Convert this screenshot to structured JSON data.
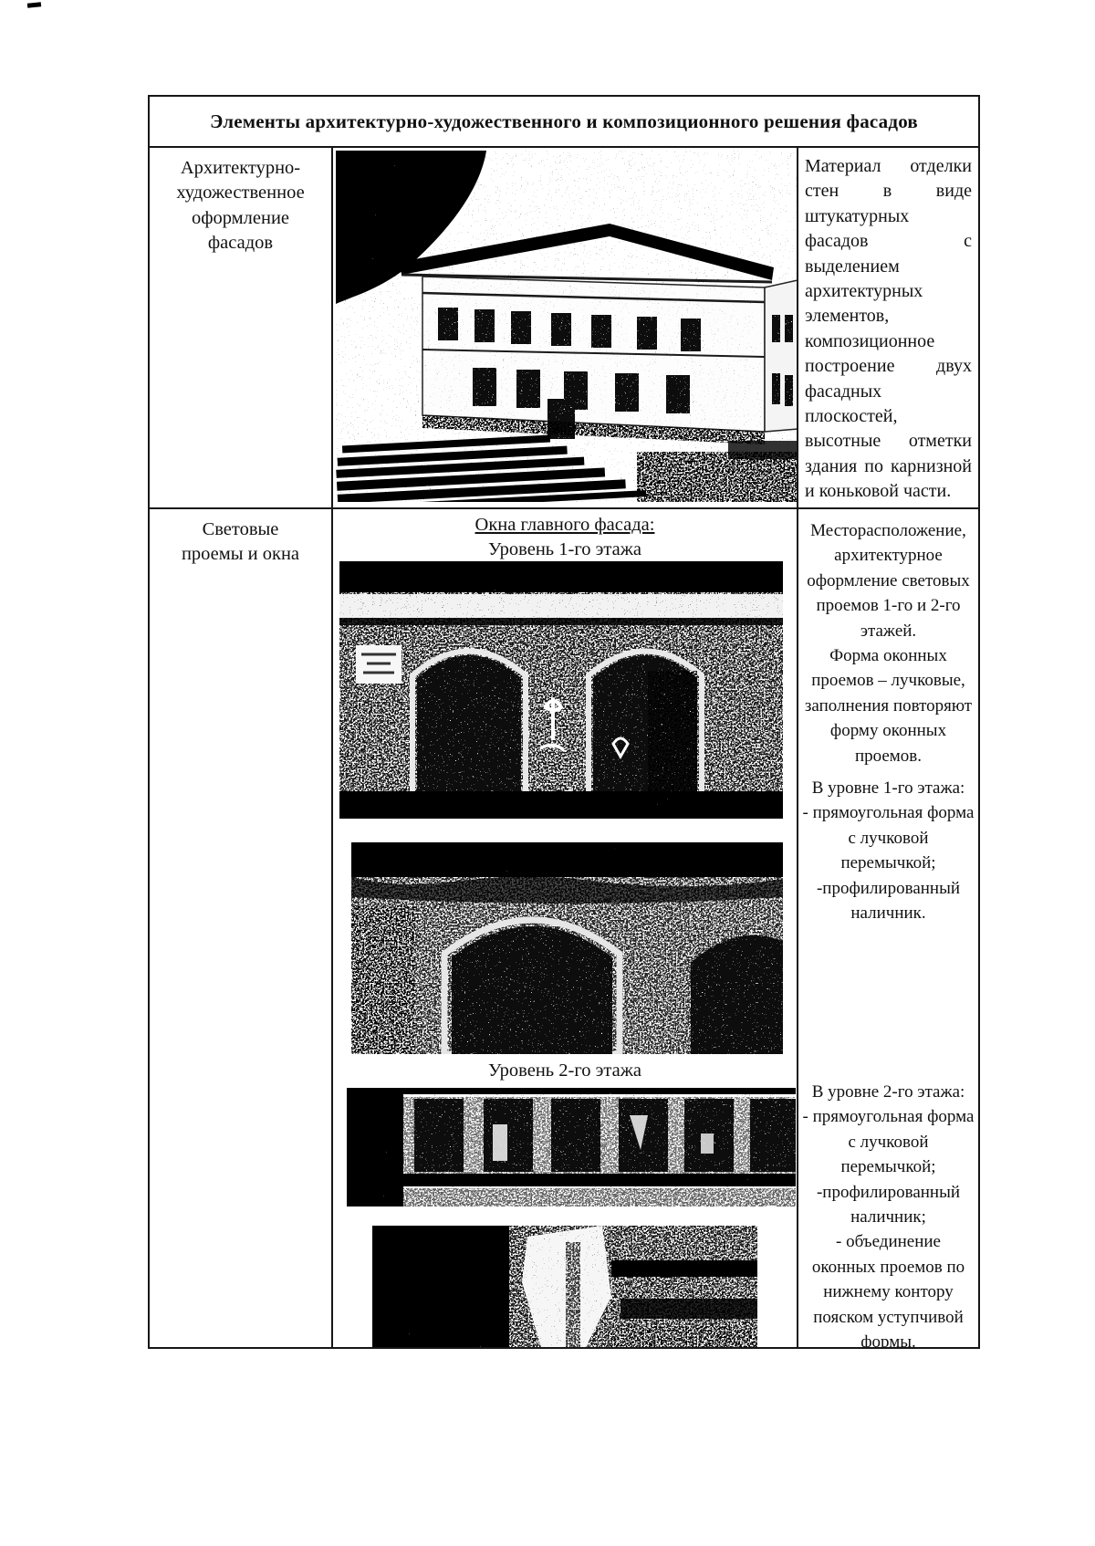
{
  "table": {
    "title": "Элементы архитектурно-художественного и композиционного решения фасадов",
    "row1": {
      "label": "Архитектурно-\nхудожественное\nоформление\nфасадов",
      "description": "Материал отделки стен в виде штукатурных фасадов с выделением архитектурных элементов, композиционное построение двух фасадных плоскостей, высотные отметки здания по карнизной и коньковой части."
    },
    "row2": {
      "label": "Световые\nпроемы и окна",
      "caption_title": "Окна главного фасада:",
      "caption_level1": "Уровень 1-го этажа",
      "caption_level2": "Уровень 2-го этажа",
      "desc_location": "Месторасположение, архитектурное оформление световых проемов 1-го и 2-го этажей.",
      "desc_form": "Форма оконных проемов – лучковые, заполнения повторяют форму оконных проемов.",
      "level1_heading": "В уровне 1-го этажа:",
      "level1_item1": "- прямоугольная форма с лучковой перемычкой;",
      "level1_item2": "-профилированный наличник.",
      "level2_heading": "В уровне 2-го этажа:",
      "level2_item1": "- прямоугольная форма с лучковой перемычкой;",
      "level2_item2": "-профилированный наличник;",
      "level2_item3": "- объединение оконных проемов по нижнему контору пояском уступчивой формы."
    }
  }
}
